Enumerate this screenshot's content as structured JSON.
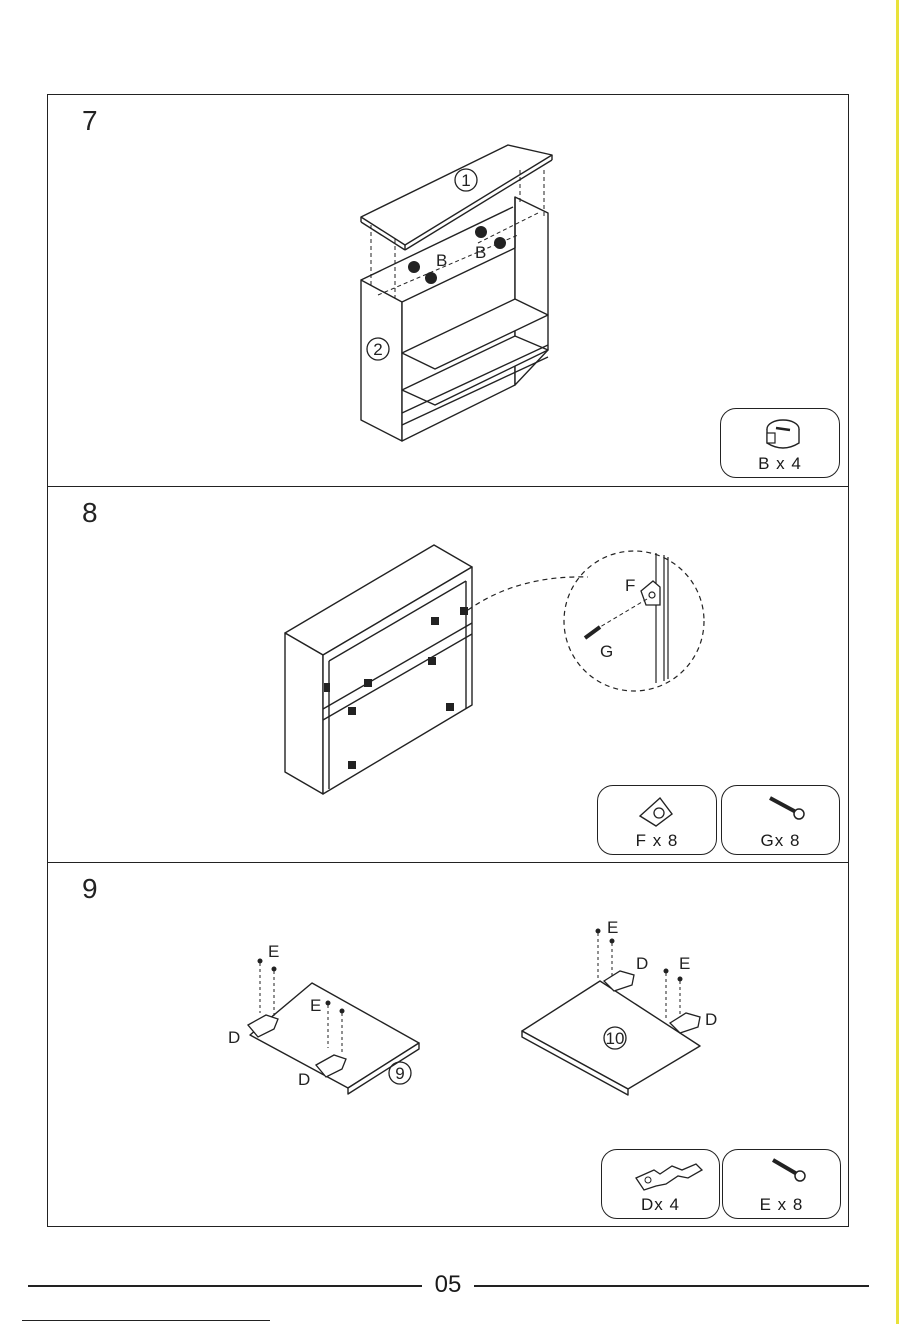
{
  "steps": [
    {
      "number": "7",
      "callouts": {
        "top_panel": "1",
        "side_panel": "2",
        "cam_left": "B",
        "cam_right": "B"
      },
      "parts": [
        {
          "icon": "cam-lock-icon",
          "label": "B x 4"
        }
      ]
    },
    {
      "number": "8",
      "callouts": {
        "bracket": "F",
        "screw": "G"
      },
      "parts": [
        {
          "icon": "corner-bracket-icon",
          "label": "F x 8"
        },
        {
          "icon": "screw-icon",
          "label": "Gx 8"
        }
      ]
    },
    {
      "number": "9",
      "callouts": {
        "left_door": "9",
        "right_door": "10",
        "e1": "E",
        "e2": "E",
        "e3": "E",
        "e4": "E",
        "d1": "D",
        "d2": "D",
        "d3": "D",
        "d4": "D"
      },
      "parts": [
        {
          "icon": "hinge-icon",
          "label": "Dx 4"
        },
        {
          "icon": "screw-icon",
          "label": "E x 8"
        }
      ]
    }
  ],
  "footer": {
    "page_number": "05"
  }
}
